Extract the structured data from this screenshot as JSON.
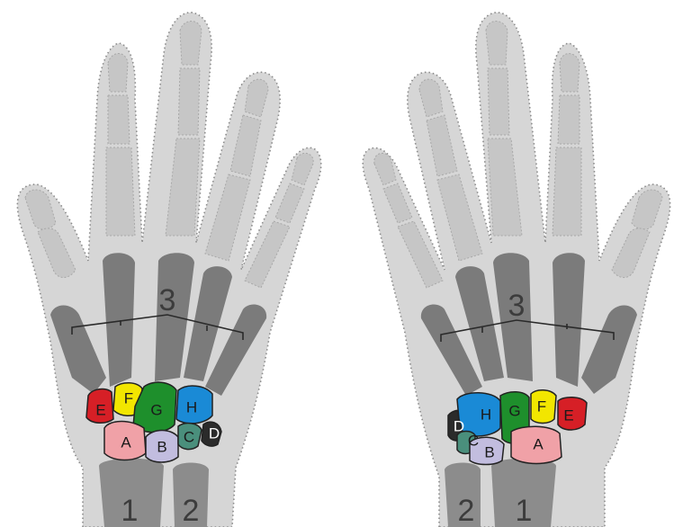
{
  "left_hand": {
    "region_label": "3",
    "forearm_labels": [
      "1",
      "2"
    ],
    "carpals": [
      {
        "key": "E",
        "label": "E",
        "color": "#d61f26"
      },
      {
        "key": "F",
        "label": "F",
        "color": "#f2e600"
      },
      {
        "key": "G",
        "label": "G",
        "color": "#1e8f2c"
      },
      {
        "key": "H",
        "label": "H",
        "color": "#1a8ad6"
      },
      {
        "key": "A",
        "label": "A",
        "color": "#f0a1a7"
      },
      {
        "key": "B",
        "label": "B",
        "color": "#c2bddf"
      },
      {
        "key": "C",
        "label": "C",
        "color": "#4a8f7c"
      },
      {
        "key": "D",
        "label": "D",
        "color": "#2b2b2b"
      }
    ]
  },
  "right_hand": {
    "region_label": "3",
    "forearm_labels": [
      "2",
      "1"
    ],
    "carpals": [
      {
        "key": "D",
        "label": "D",
        "color": "#2b2b2b"
      },
      {
        "key": "H",
        "label": "H",
        "color": "#1a8ad6"
      },
      {
        "key": "G",
        "label": "G",
        "color": "#1e8f2c"
      },
      {
        "key": "F",
        "label": "F",
        "color": "#f2e600"
      },
      {
        "key": "E",
        "label": "E",
        "color": "#d61f26"
      },
      {
        "key": "C",
        "label": "C",
        "color": "#4a8f7c"
      },
      {
        "key": "B",
        "label": "B",
        "color": "#c2bddf"
      },
      {
        "key": "A",
        "label": "A",
        "color": "#f0a1a7"
      }
    ]
  }
}
